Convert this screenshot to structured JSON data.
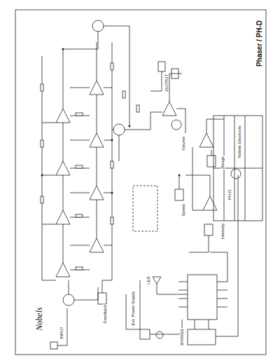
{
  "diagram": {
    "title": "Phaser / PH-D",
    "labels": [
      "Nobels Electronic",
      "PH-D",
      "Nobels",
      "INPUT",
      "Feedback",
      "OUTPUT",
      "Volume",
      "Range",
      "Speed",
      "Intensity",
      "LED",
      "Ext. Power Supply",
      "BYPASS"
    ]
  }
}
